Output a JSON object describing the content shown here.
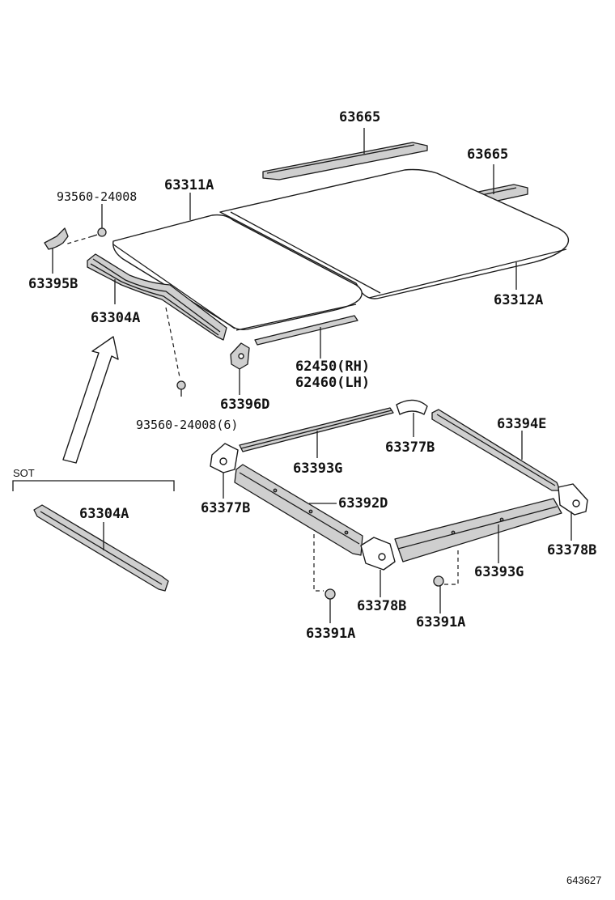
{
  "labels": {
    "p63665_a": "63665",
    "p63665_b": "63665",
    "p63311a": "63311A",
    "p93560_24008": "93560-24008",
    "p63395b": "63395B",
    "p63304a_top": "63304A",
    "p63312a": "63312A",
    "p62450": "62450(RH)",
    "p62460": "62460(LH)",
    "p63396d": "63396D",
    "p93560_24008_6": "93560-24008(6)",
    "p63394e": "63394E",
    "p63377b_right": "63377B",
    "p63393g_top": "63393G",
    "p63377b_left": "63377B",
    "p63392d": "63392D",
    "p63378b_right": "63378B",
    "p63393g_bottom": "63393G",
    "p63378b_left": "63378B",
    "p63391a_left": "63391A",
    "p63391a_right": "63391A",
    "p63304a_sot": "63304A",
    "sot": "SOT",
    "diagram_number": "643627"
  }
}
